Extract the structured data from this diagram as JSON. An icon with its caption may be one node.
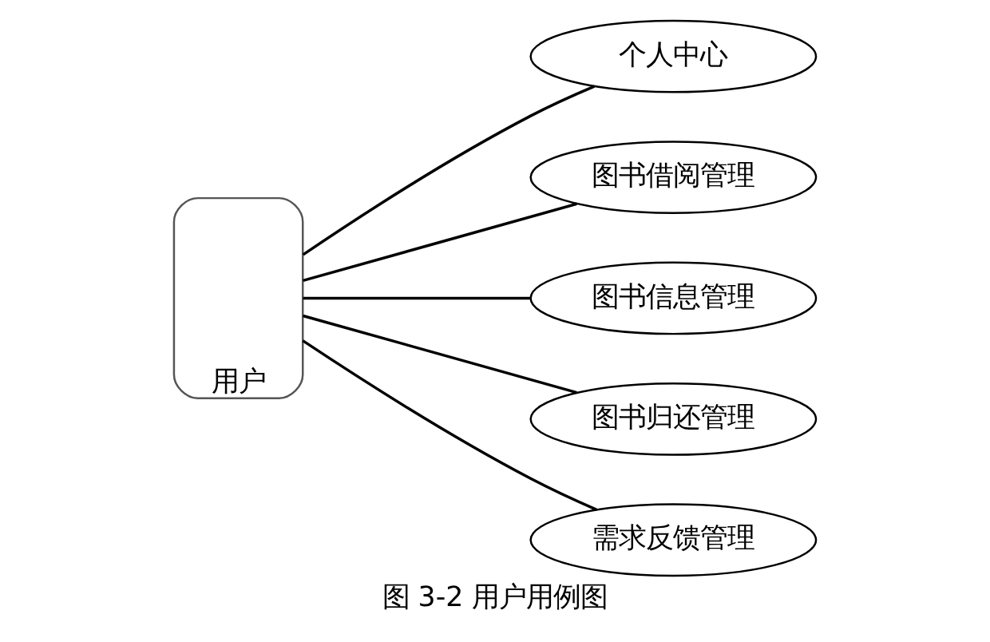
{
  "diagram": {
    "caption": "图 3-2 用户用例图",
    "nodes": [
      {
        "text": [
          "用户"
        ]
      },
      {
        "text": [
          "个人中心"
        ]
      },
      {
        "text": [
          "图书借阅管理"
        ]
      },
      {
        "text": [
          "图书信息管理"
        ]
      },
      {
        "text": [
          "图书归还管理"
        ]
      },
      {
        "text": [
          "需求反馈管理"
        ]
      }
    ],
    "edges": [
      {
        "from": 0,
        "to": 1,
        "arrow": "none"
      },
      {
        "from": 0,
        "to": 2,
        "arrow": "none"
      },
      {
        "from": 0,
        "to": 3,
        "arrow": "none"
      },
      {
        "from": 0,
        "to": 4,
        "arrow": "none"
      },
      {
        "from": 0,
        "to": 5,
        "arrow": "none"
      }
    ]
  }
}
